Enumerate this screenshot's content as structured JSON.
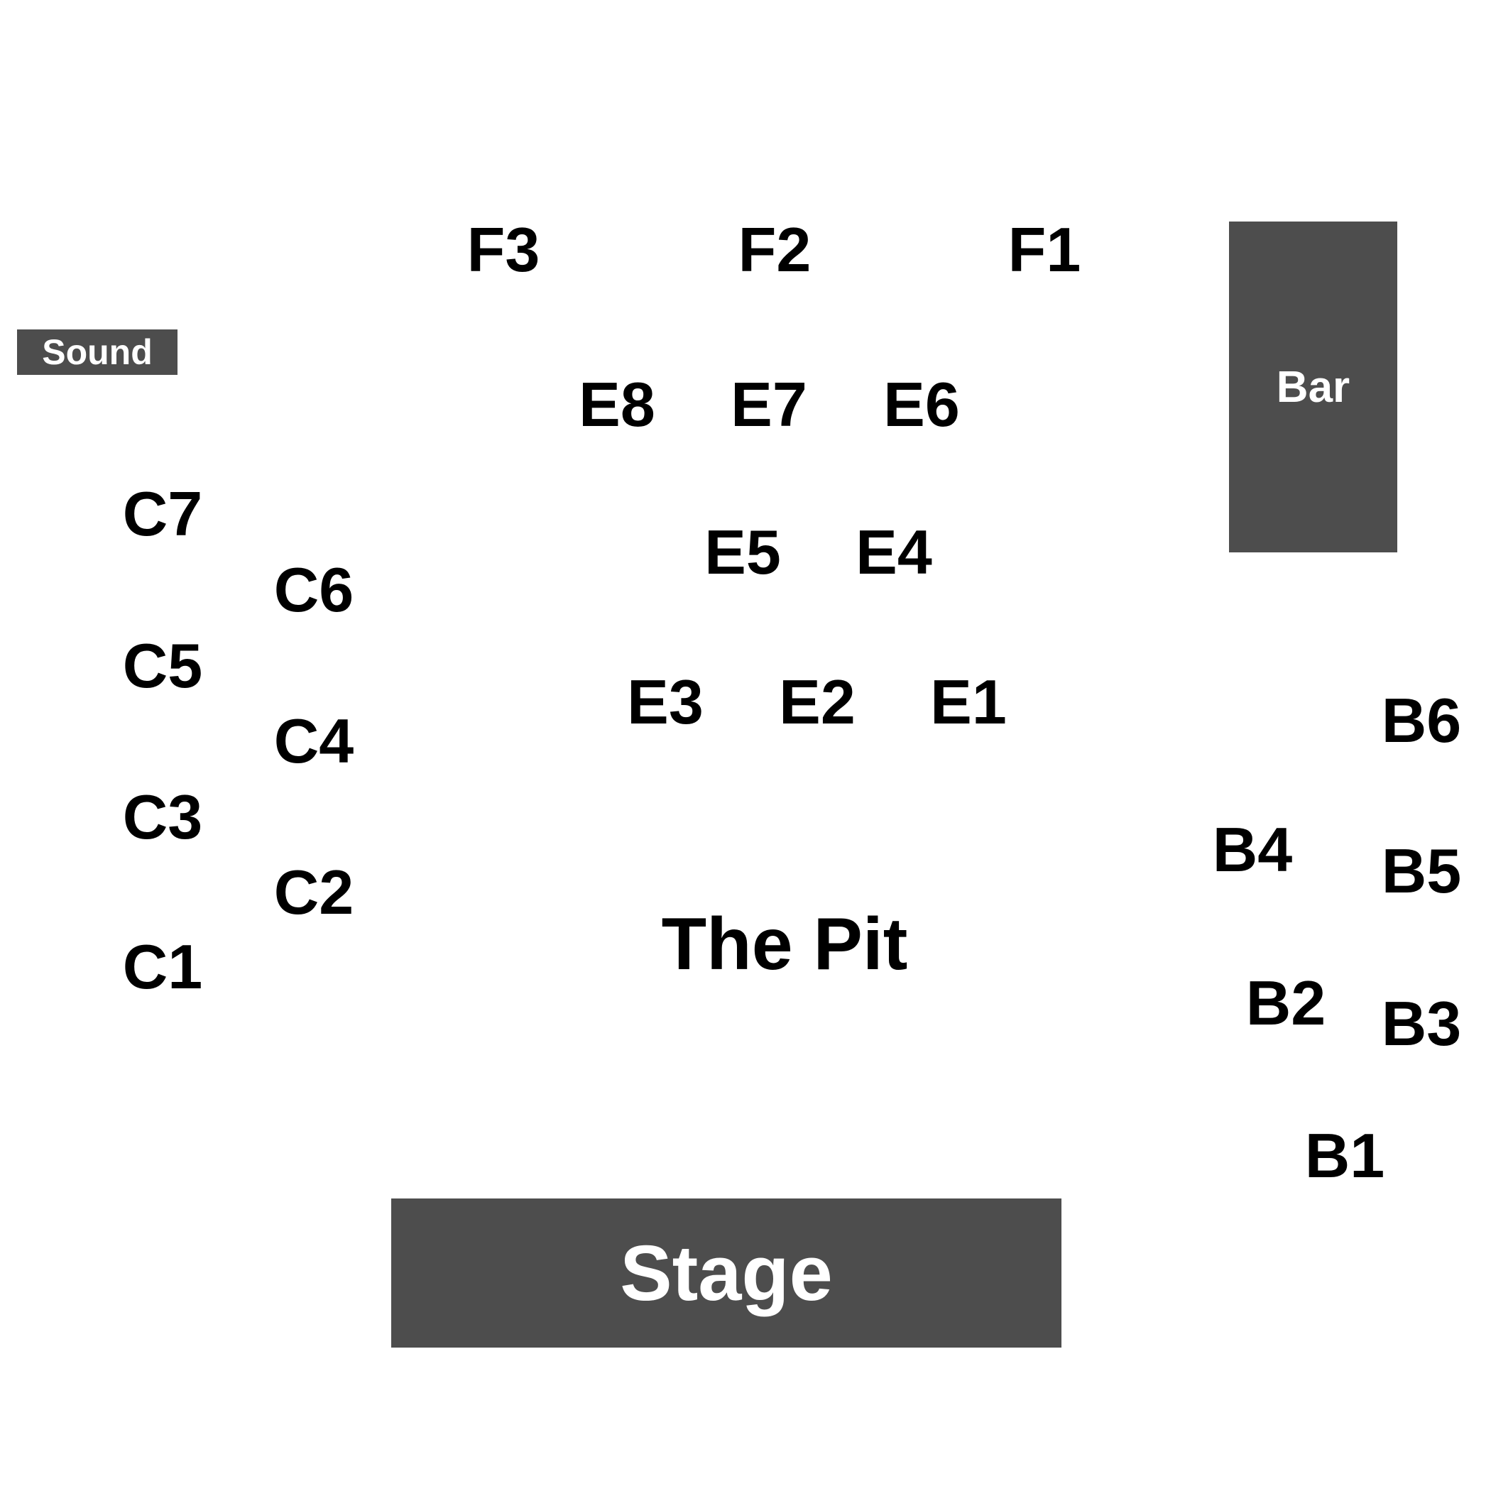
{
  "areas": {
    "sound": "Sound",
    "bar": "Bar",
    "stage": "Stage",
    "pit": "The Pit"
  },
  "sections": {
    "F1": "F1",
    "F2": "F2",
    "F3": "F3",
    "E1": "E1",
    "E2": "E2",
    "E3": "E3",
    "E4": "E4",
    "E5": "E5",
    "E6": "E6",
    "E7": "E7",
    "E8": "E8",
    "C1": "C1",
    "C2": "C2",
    "C3": "C3",
    "C4": "C4",
    "C5": "C5",
    "C6": "C6",
    "C7": "C7",
    "B1": "B1",
    "B2": "B2",
    "B3": "B3",
    "B4": "B4",
    "B5": "B5",
    "B6": "B6"
  },
  "colors": {
    "block_fill": "#4d4d4d",
    "block_text": "#ffffff",
    "section_text": "#000000"
  }
}
